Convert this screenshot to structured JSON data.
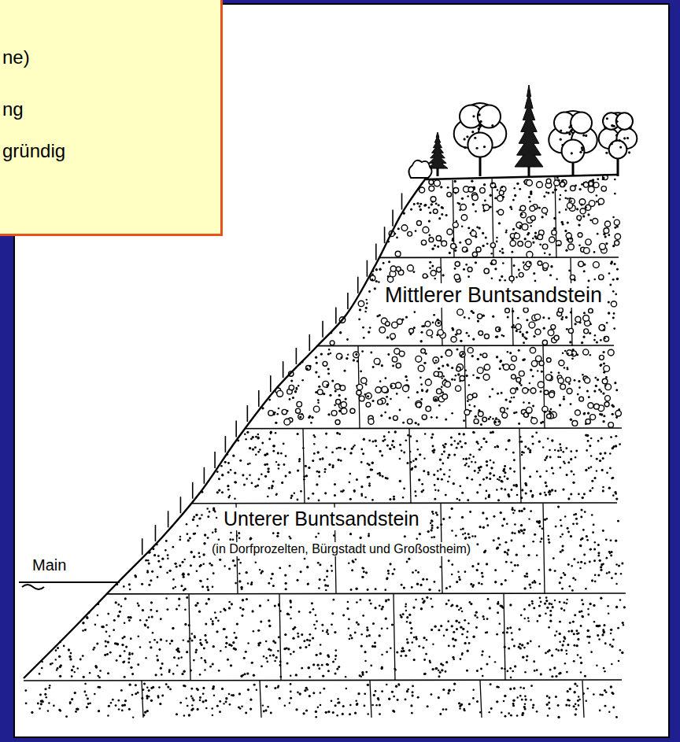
{
  "diagram": {
    "nodes": [
      {
        "text": [
          "ne)",
          "ng",
          "gründig"
        ]
      }
    ],
    "labels": [
      "Mittlerer Buntsandstein",
      "Unterer Buntsandstein",
      "(in Dorfprozelten, Bürgstadt und Großostheim)",
      "Main"
    ]
  }
}
